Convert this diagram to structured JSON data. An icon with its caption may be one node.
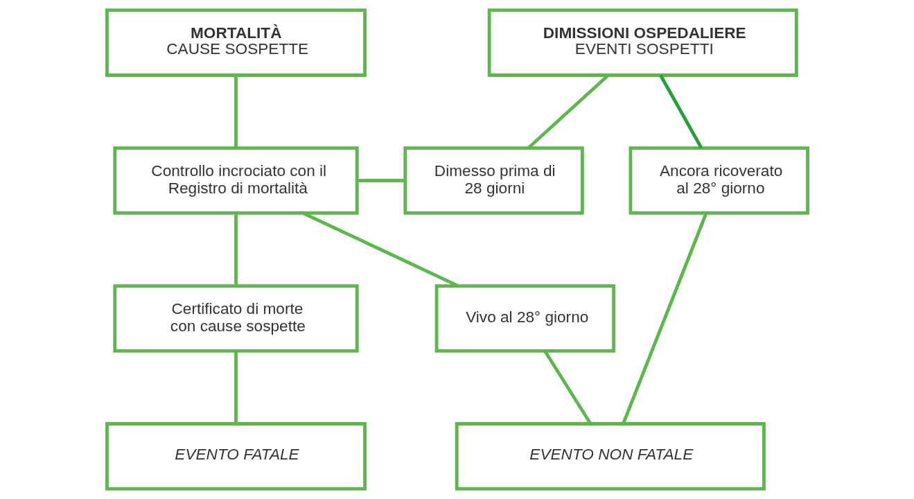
{
  "diagram": {
    "nodes": [
      {
        "text": [
          "MORTALITÀ",
          "CAUSE SOSPETTE"
        ]
      },
      {
        "text": [
          "DIMISSIONI OSPEDALIERE",
          "EVENTI SOSPETTI"
        ]
      },
      {
        "text": [
          "Controllo incrociato con il Registro di mortalità"
        ]
      },
      {
        "text": [
          "Dimesso prima di 28 giorni"
        ]
      },
      {
        "text": [
          "Ancora ricoverato al 28° giorno"
        ]
      },
      {
        "text": [
          "Certificato di morte con cause sospette"
        ]
      },
      {
        "text": [
          "Vivo al 28° giorno"
        ]
      },
      {
        "text": [
          "EVENTO FATALE"
        ]
      },
      {
        "text": [
          "EVENTO NON FATALE"
        ]
      }
    ],
    "edges": [
      {
        "from": 0,
        "to": 2,
        "arrow": "none"
      },
      {
        "from": 1,
        "to": 3,
        "arrow": "none"
      },
      {
        "from": 1,
        "to": 4,
        "arrow": "none",
        "color": "#23a03a"
      },
      {
        "from": 2,
        "to": 3,
        "arrow": "none"
      },
      {
        "from": 2,
        "to": 6,
        "arrow": "none"
      },
      {
        "from": 2,
        "to": 5,
        "arrow": "none"
      },
      {
        "from": 5,
        "to": 7,
        "arrow": "none"
      },
      {
        "from": 6,
        "to": 8,
        "arrow": "none"
      },
      {
        "from": 4,
        "to": 8,
        "arrow": "none"
      }
    ]
  }
}
